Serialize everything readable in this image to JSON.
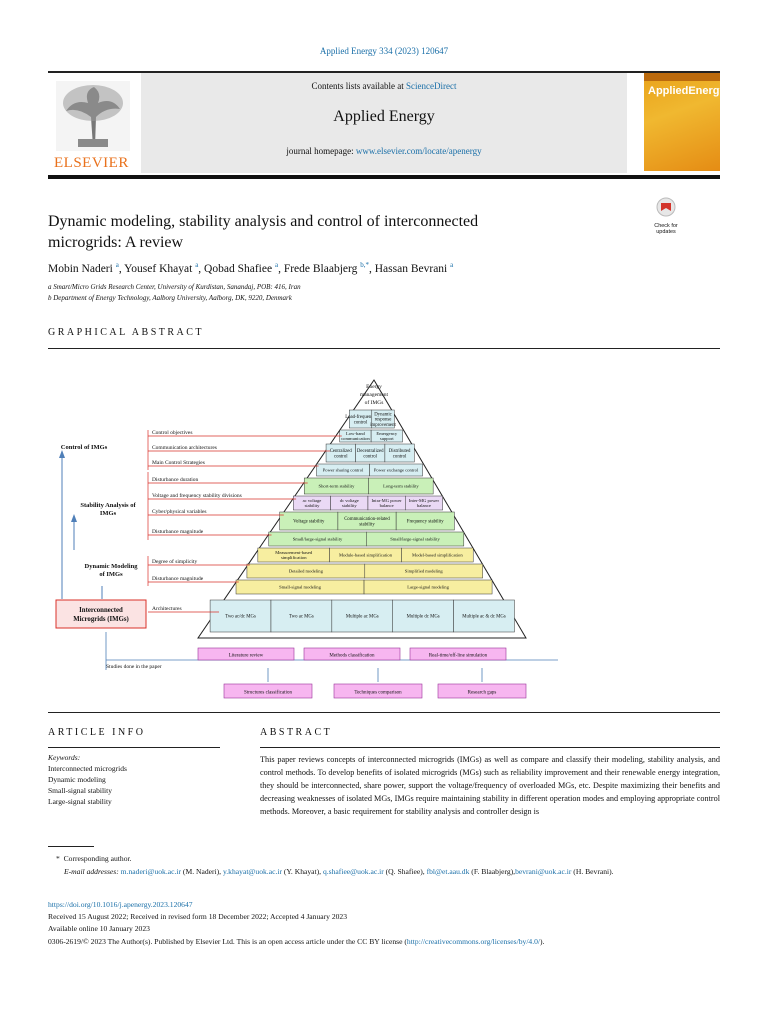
{
  "citation": "Applied Energy 334 (2023) 120647",
  "banner": {
    "contents_prefix": "Contents lists available at ",
    "sciencedirect": "ScienceDirect",
    "journal_name": "Applied Energy",
    "homepage_prefix": "journal homepage: ",
    "homepage_url": "www.elsevier.com/locate/apenergy",
    "publisher": "ELSEVIER",
    "cover_title": "AppliedEnergy"
  },
  "check_updates": "Check for updates",
  "title_line1": "Dynamic modeling, stability analysis and control of interconnected",
  "title_line2": "microgrids: A review",
  "authors": [
    {
      "name": "Mobin Naderi",
      "sup": "a"
    },
    {
      "name": "Yousef Khayat",
      "sup": "a"
    },
    {
      "name": "Qobad Shafiee",
      "sup": "a"
    },
    {
      "name": "Frede Blaabjerg",
      "sup": "b,*"
    },
    {
      "name": "Hassan Bevrani",
      "sup": "a"
    }
  ],
  "affiliations": [
    "a Smart/Micro Grids Research Center, University of Kurdistan, Sanandaj, POB: 416, Iran",
    "b Department of Energy Technology, Aalborg University, Aalborg, DK, 9220, Denmark"
  ],
  "graphical_abstract_heading": "GRAPHICAL ABSTRACT",
  "graphical_abstract": {
    "apex": [
      "Energy",
      "management",
      "of IMGs"
    ],
    "left_titles": {
      "control": "Control of IMGs",
      "stability": [
        "Stability Analysis of",
        "IMGs"
      ],
      "modeling": [
        "Dynamic Modeling",
        "of IMGs"
      ],
      "imgs": [
        "Interconnected",
        "Microgrids (IMGs)"
      ]
    },
    "left_labels": [
      "Control objectives",
      "Communication architectures",
      "Main Control Strategies",
      "Disturbance duration",
      "Voltage and frequency stability divisions",
      "Cyber/physical variables",
      "Disturbance magnitude",
      "Degree of simplicity",
      "Disturbance magnitude",
      "Architectures"
    ],
    "rows": [
      [
        "Load-frequency control",
        "Dynamic response improvement"
      ],
      [
        "Low-band communication",
        "Emergency support"
      ],
      [
        "Centralized control",
        "Decentralized control",
        "Distributed control"
      ],
      [
        "Power sharing control",
        "Power exchange control"
      ],
      [
        "Short-term stability",
        "Long-term stability"
      ],
      [
        "ac voltage stability",
        "dc voltage stability",
        "Intra-MG power balance",
        "Inter-MG power balance"
      ],
      [
        "Voltage stability",
        "Communication-related stability",
        "Frequency stability"
      ],
      [
        "Small/large-signal stability",
        "Small/large-signal stability"
      ],
      [
        "Measurement-based simplification",
        "Module-based simplification",
        "Model-based simplification"
      ],
      [
        "Detailed modeling",
        "Simplified modeling"
      ],
      [
        "Small-signal modeling",
        "Large-signal modeling"
      ],
      [
        "Two ac/dc MGs",
        "Two ac MGs",
        "Multiple ac MGs",
        "Multiple dc MGs",
        "Multiple ac & dc MGs"
      ]
    ],
    "studies_label": "Studies done in the paper",
    "bottom_row1": [
      "Literature review",
      "Methods classification",
      "Real-time/off-line simulation"
    ],
    "bottom_row2": [
      "Structures classification",
      "Techniques comparison",
      "Research gaps"
    ],
    "colors": {
      "teal": "#d7eef2",
      "green": "#c9f0b8",
      "lavender": "#ead9f5",
      "yellow": "#f7eea0",
      "pink": "#f7b6f0",
      "red": "#d9302a",
      "blue": "#4f7fb8"
    }
  },
  "article_info_heading": "ARTICLE INFO",
  "keywords_label": "Keywords:",
  "keywords": [
    "Interconnected microgrids",
    "Dynamic modeling",
    "Small-signal stability",
    "Large-signal stability"
  ],
  "abstract_heading": "ABSTRACT",
  "abstract_text": "This paper reviews concepts of interconnected microgrids (IMGs) as well as compare and classify their modeling, stability analysis, and control methods. To develop benefits of isolated microgrids (MGs) such as reliability improvement and their renewable energy integration, they should be interconnected, share power, support the voltage/frequency of overloaded MGs, etc. Despite maximizing their benefits and decreasing weaknesses of isolated MGs, IMGs require maintaining stability in different operation modes and employing appropriate control methods. Moreover, a basic requirement for stability analysis and controller design is",
  "footnotes": {
    "corresponding": "Corresponding author.",
    "email_label": "E-mail addresses:",
    "emails": [
      {
        "addr": "m.naderi@uok.ac.ir",
        "who": " (M. Naderi), "
      },
      {
        "addr": "y.khayat@uok.ac.ir",
        "who": " (Y. Khayat), "
      },
      {
        "addr": "q.shafiee@uok.ac.ir",
        "who": " (Q. Shafiee), "
      },
      {
        "addr": "fbl@et.aau.dk",
        "who": " (F. Blaabjerg),"
      },
      {
        "addr": "bevrani@uok.ac.ir",
        "who": " (H. Bevrani)."
      }
    ],
    "doi": "https://doi.org/10.1016/j.apenergy.2023.120647",
    "received": "Received 15 August 2022; Received in revised form 18 December 2022; Accepted 4 January 2023",
    "online": "Available online 10 January 2023",
    "license_prefix": "0306-2619/© 2023 The Author(s). Published by Elsevier Ltd. This is an open access article under the CC BY license (",
    "license_url": "http://creativecommons.org/licenses/by/4.0/",
    "license_suffix": ")."
  }
}
